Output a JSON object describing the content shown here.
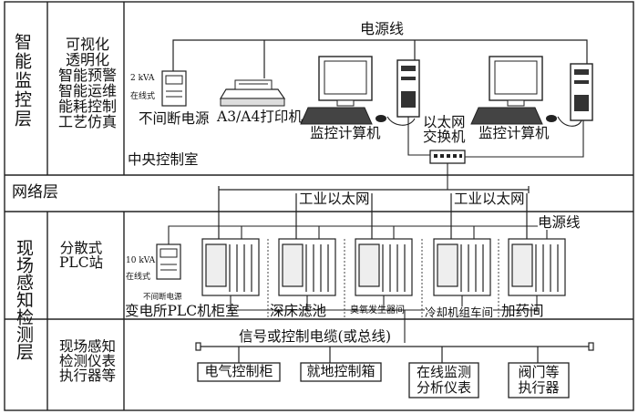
{
  "layers": {
    "intelligent": "智能监控层",
    "network": "网络层",
    "field": "现场感知检测层"
  },
  "features": [
    "可视化",
    "透明化",
    "智能预警",
    "智能运维",
    "能耗控制",
    "工艺仿真"
  ],
  "top": {
    "power_line": "电源线",
    "ups_rating": "2 kVA",
    "ups_mode": "在线式",
    "ups_label": "不间断电源",
    "printer_label": "A3/A4打印机",
    "monitor_pc_left": "监控计算机",
    "switch_label": "以太网\n交换机",
    "monitor_pc_right": "监控计算机",
    "control_room": "中央控制室"
  },
  "network": {
    "ethernet_left": "工业以太网",
    "ethernet_right": "工业以太网"
  },
  "plc": {
    "station_label": "分散式\nPLC站",
    "power_line": "电源线",
    "ups_rating": "10 kVA",
    "ups_mode": "在线式",
    "ups_label": "不间断电源",
    "rooms": [
      "变电所PLC机柜室",
      "深床滤池",
      "臭氧发生器间",
      "冷却机组车间",
      "加药间"
    ]
  },
  "field": {
    "label": "现场感知\n检测仪表\n执行器等",
    "bus_label": "信号或控制电缆(或总线)",
    "boxes": [
      "电气控制柜",
      "就地控制箱",
      "在线监测\n分析仪表",
      "阀门等\n执行器"
    ]
  }
}
